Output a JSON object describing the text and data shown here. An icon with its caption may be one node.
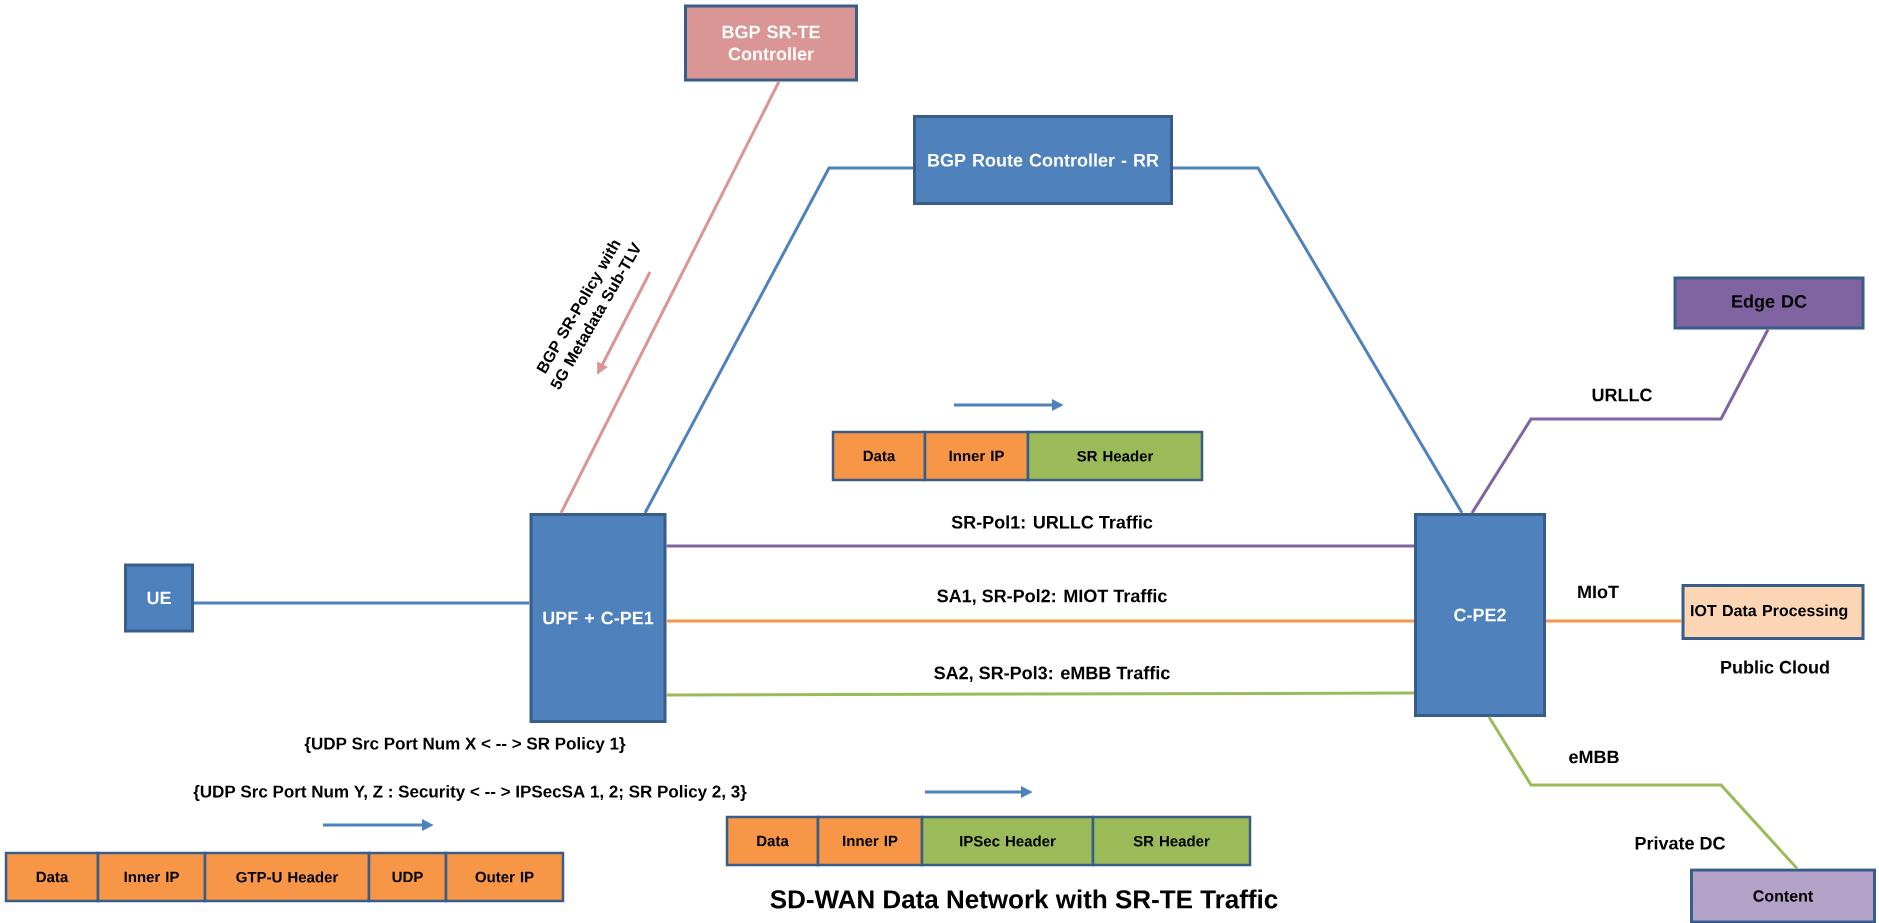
{
  "diagram": {
    "title": "SD-WAN Data Network with SR-TE Traffic",
    "nodes": [
      {
        "text": [
          "BGP SR-TE Controller"
        ]
      },
      {
        "text": [
          "BGP Route Controller - RR"
        ]
      },
      {
        "text": [
          "UE"
        ]
      },
      {
        "text": [
          "UPF + C-PE1"
        ]
      },
      {
        "text": [
          "C-PE2"
        ]
      },
      {
        "text": [
          "Edge DC"
        ]
      },
      {
        "text": [
          "IOT Data Processing"
        ],
        "beside": [
          "Public Cloud"
        ]
      },
      {
        "text": [
          "Content"
        ],
        "beside": [
          "Private DC"
        ]
      },
      {
        "text": [
          "Data"
        ]
      },
      {
        "text": [
          "Inner  IP"
        ]
      },
      {
        "text": [
          "SR Header"
        ]
      },
      {
        "text": [
          "Data"
        ]
      },
      {
        "text": [
          "Inner  IP"
        ]
      },
      {
        "text": [
          "IPSec Header"
        ]
      },
      {
        "text": [
          "SR Header"
        ]
      },
      {
        "text": [
          "Data"
        ]
      },
      {
        "text": [
          "Inner  IP"
        ]
      },
      {
        "text": [
          "GTP-U Header"
        ]
      },
      {
        "text": [
          "UDP"
        ]
      },
      {
        "text": [
          "Outer IP"
        ]
      }
    ],
    "edges": [
      {
        "from": 2,
        "to": 3,
        "arrow": "none"
      },
      {
        "from": 3,
        "to": 1,
        "arrow": "none"
      },
      {
        "from": 1,
        "to": 4,
        "arrow": "none"
      },
      {
        "from": 0,
        "to": 3,
        "arrow": "none",
        "color": "#d99694"
      },
      {
        "from": 3,
        "to": 4,
        "arrow": "none",
        "label": "SR-Pol1: URLLC Traffic",
        "color": "#8064a2"
      },
      {
        "from": 3,
        "to": 4,
        "arrow": "none",
        "label": "SA1, SR-Pol2: MIOT Traffic",
        "color": "#f79646"
      },
      {
        "from": 3,
        "to": 4,
        "arrow": "none",
        "label": "SA2, SR-Pol3: eMBB Traffic",
        "color": "#9bbb59"
      },
      {
        "from": 4,
        "to": 5,
        "arrow": "none",
        "label": "URLLC",
        "color": "#8064a2"
      },
      {
        "from": 4,
        "to": 6,
        "arrow": "none",
        "label": "MIoT",
        "color": "#f79646"
      },
      {
        "from": 4,
        "to": 7,
        "arrow": "none",
        "label": "eMBB",
        "color": "#9bbb59"
      }
    ],
    "labels": [
      "BGP SR-Policy with 5G Metadata Sub-TLV",
      "{UDP Src Port Num X  < -- >  SR Policy 1}",
      "{UDP Src Port Num Y, Z : Security  < -- >  IPSecSA 1, 2; SR Policy 2, 3}"
    ]
  }
}
